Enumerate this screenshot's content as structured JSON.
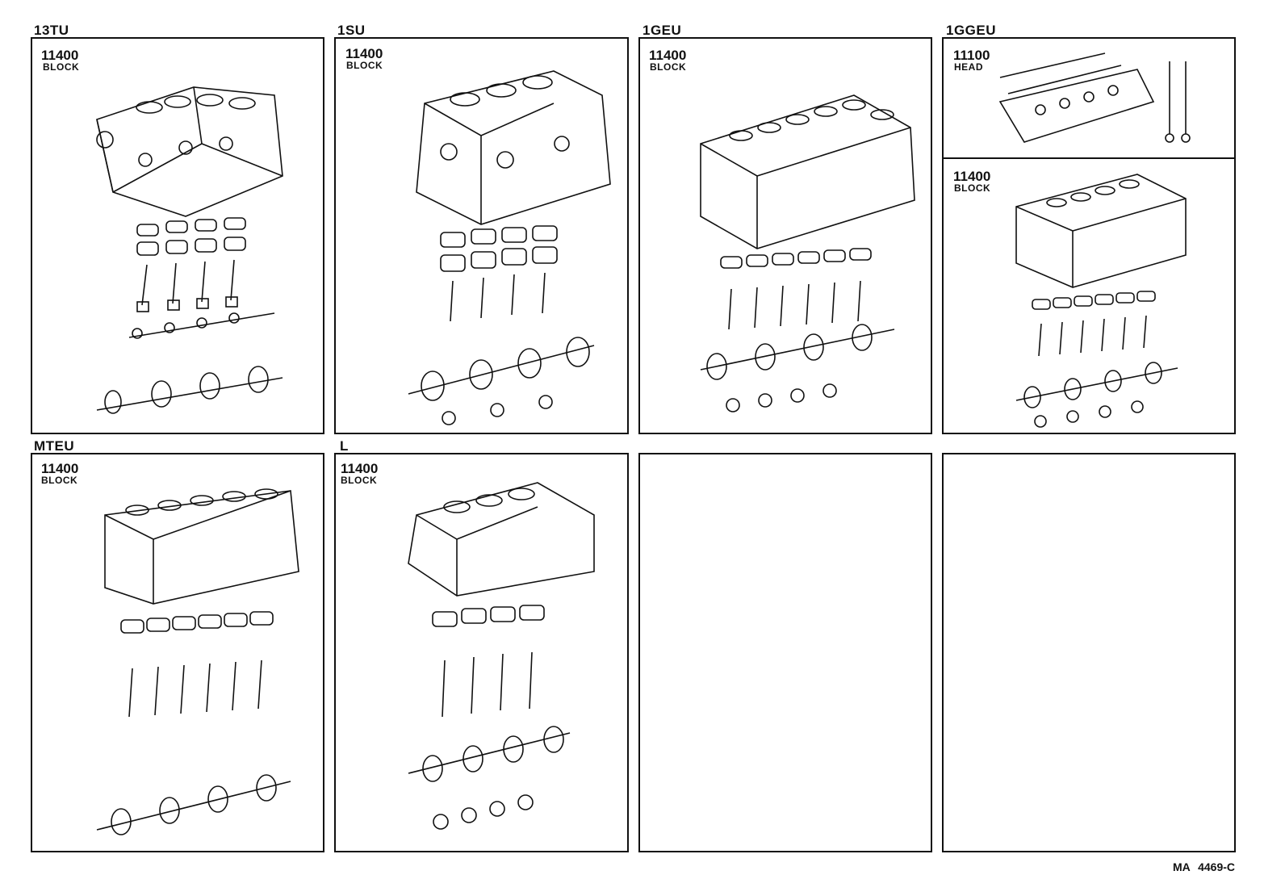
{
  "engines": [
    {
      "label": "13TU",
      "parts": [
        {
          "code": "11400",
          "name": "BLOCK"
        }
      ]
    },
    {
      "label": "1SU",
      "parts": [
        {
          "code": "11400",
          "name": "BLOCK"
        }
      ]
    },
    {
      "label": "1GEU",
      "parts": [
        {
          "code": "11400",
          "name": "BLOCK"
        }
      ]
    },
    {
      "label": "1GGEU",
      "parts": [
        {
          "code": "11100",
          "name": "HEAD"
        },
        {
          "code": "11400",
          "name": "BLOCK"
        }
      ]
    },
    {
      "label": "MTEU",
      "parts": [
        {
          "code": "11400",
          "name": "BLOCK"
        }
      ]
    },
    {
      "label": "L",
      "parts": [
        {
          "code": "11400",
          "name": "BLOCK"
        }
      ]
    }
  ],
  "reference_code": "MA 4469-C"
}
